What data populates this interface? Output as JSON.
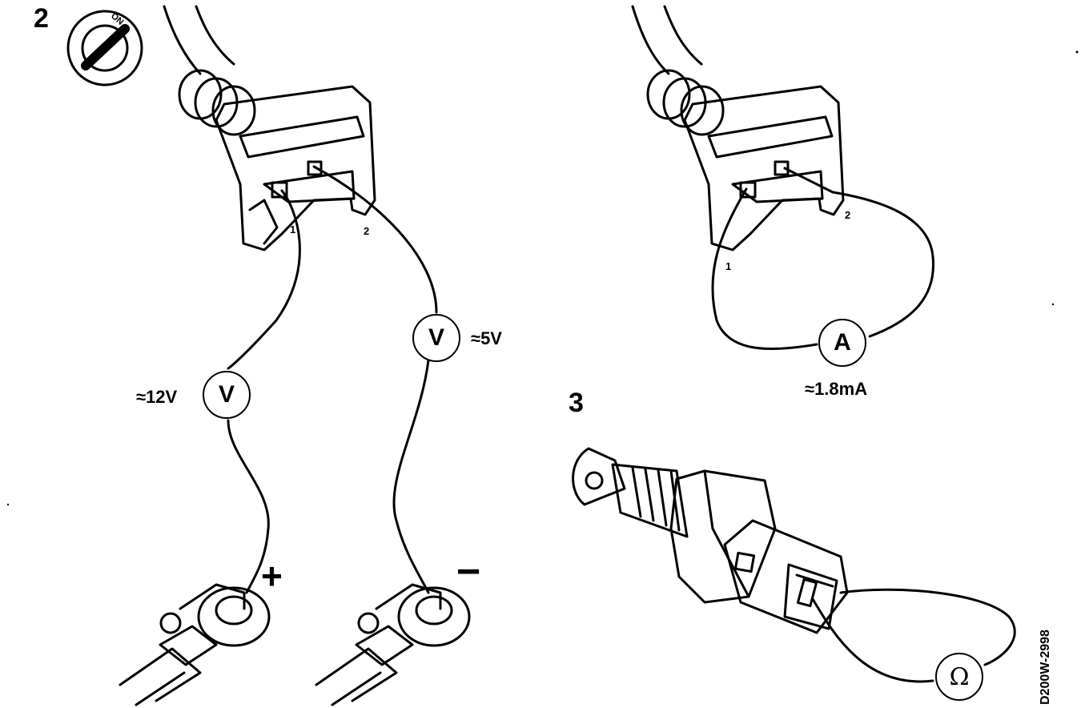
{
  "steps": {
    "step2": "2",
    "step3": "3"
  },
  "ignition_icon": {
    "label": "ON",
    "icon": "ignition-key-icon"
  },
  "connector_left": {
    "pin1": "1",
    "pin2": "2"
  },
  "connector_right": {
    "pin1": "1",
    "pin2": "2"
  },
  "meters": {
    "voltmeter_pin1": {
      "symbol": "V",
      "reading": "≈12V"
    },
    "voltmeter_pin2": {
      "symbol": "V",
      "reading": "≈5V"
    },
    "ammeter": {
      "symbol": "A",
      "reading": "≈1.8mA"
    },
    "ohmmeter": {
      "symbol": "Ω"
    }
  },
  "terminals": {
    "positive": "+",
    "negative": "−"
  },
  "drawing_code": "D200W-2998"
}
